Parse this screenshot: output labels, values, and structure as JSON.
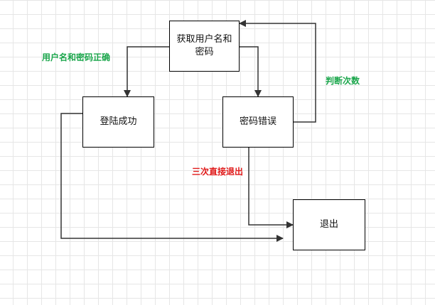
{
  "nodes": {
    "get_credentials": "获取用户名和密码",
    "login_success": "登陆成功",
    "password_error": "密码错误",
    "exit": "退出"
  },
  "edge_labels": {
    "credentials_correct": "用户名和密码正确",
    "check_count": "判断次数",
    "three_times_exit": "三次直接退出"
  },
  "colors": {
    "correct_label": "#1aa64b",
    "count_label": "#1aa64b",
    "exit_label": "#e01a1a",
    "line": "#333333"
  }
}
